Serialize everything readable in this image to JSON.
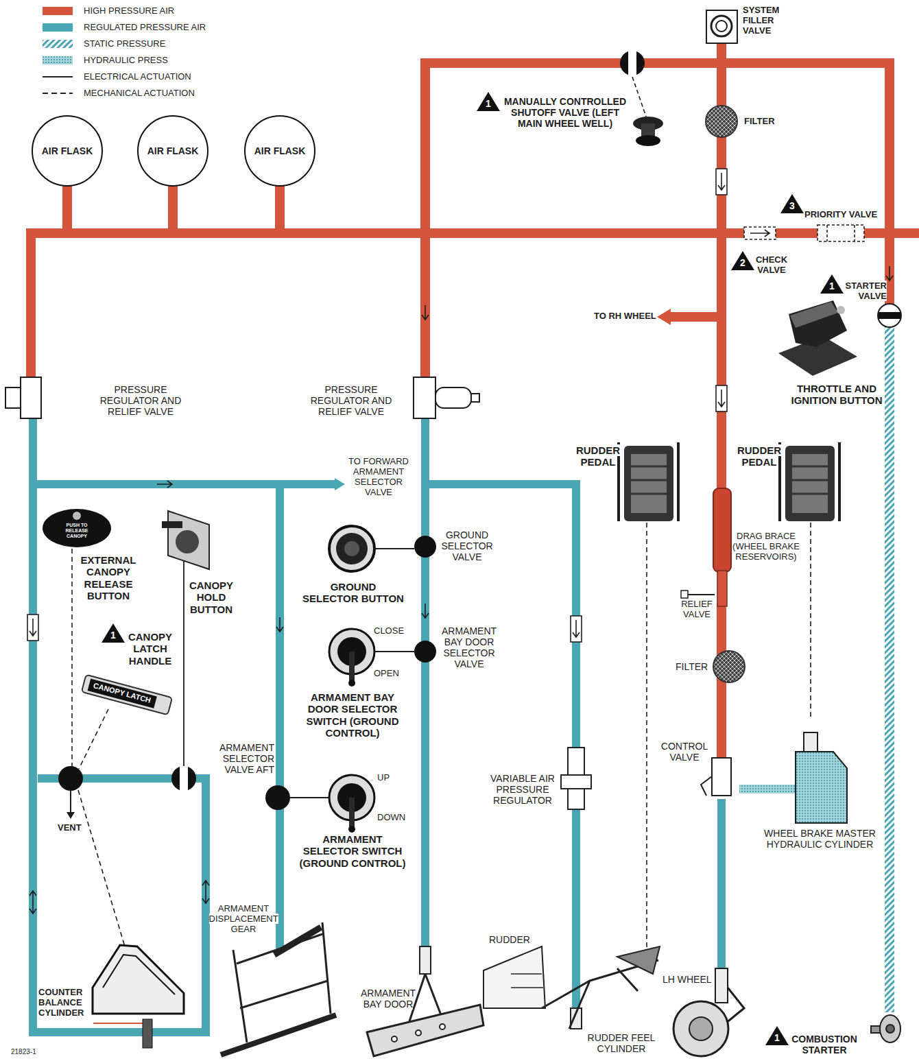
{
  "diagram": {
    "nodes": [
      {
        "text": [
          "AIR FLASK"
        ]
      },
      {
        "text": [
          "AIR FLASK"
        ]
      },
      {
        "text": [
          "AIR FLASK"
        ]
      }
    ],
    "edges": [
      {
        "from": 0,
        "to": 1,
        "arrow": "none"
      },
      {
        "from": 1,
        "to": 2,
        "arrow": "none"
      }
    ],
    "labels": [
      "SYSTEM FILLER VALVE",
      "1",
      "MANUALLY CONTROLLED SHUTOFF VALVE (LEFT MAIN WHEEL WELL)",
      "FILTER",
      "3",
      "PRIORITY VALVE",
      "2",
      "CHECK VALVE",
      "1",
      "STARTER VALVE",
      "TO RH WHEEL",
      "THROTTLE AND IGNITION BUTTON",
      "PRESSURE REGULATOR AND RELIEF VALVE",
      "PRESSURE REGULATOR AND RELIEF VALVE",
      "RUDDER PEDAL",
      "RUDDER PEDAL",
      "TO FORWARD ARMAMENT SELECTOR VALVE",
      "PUSH TO RELEASE CANOPY",
      "EXTERNAL CANOPY RELEASE BUTTON",
      "CANOPY HOLD BUTTON",
      "GROUND SELECTOR VALVE",
      "GROUND SELECTOR BUTTON",
      "DRAG BRACE (WHEEL BRAKE RESERVOIRS)",
      "1",
      "CANOPY LATCH HANDLE",
      "CANOPY LATCH",
      "CLOSE",
      "ARMAMENT BAY DOOR SELECTOR VALVE",
      "OPEN",
      "ARMAMENT BAY DOOR SELECTOR SWITCH (GROUND CONTROL)",
      "RELIEF VALVE",
      "FILTER",
      "CONTROL VALVE",
      "ARMAMENT SELECTOR VALVE AFT",
      "UP",
      "VARIABLE AIR PRESSURE REGULATOR",
      "WHEEL BRAKE MASTER HYDRAULIC CYLINDER",
      "DOWN",
      "ARMAMENT SELECTOR SWITCH (GROUND CONTROL)",
      "VENT",
      "ARMAMENT DISPLACEMENT GEAR",
      "RUDDER",
      "LH WHEEL",
      "COUNTER BALANCE CYLINDER",
      "ARMAMENT BAY DOOR",
      "RUDDER FEEL CYLINDER",
      "1",
      "COMBUSTION STARTER",
      "21823-1"
    ],
    "legend": [
      {
        "text": "HIGH PRESSURE AIR",
        "color": "#d4553c"
      },
      {
        "text": "REGULATED PRESSURE AIR",
        "color": "#4aa6b3"
      },
      {
        "text": "STATIC PRESSURE"
      },
      {
        "text": "HYDRAULIC PRESS"
      },
      {
        "text": "ELECTRICAL ACTUATION"
      },
      {
        "text": "MECHANICAL ACTUATION"
      }
    ]
  }
}
